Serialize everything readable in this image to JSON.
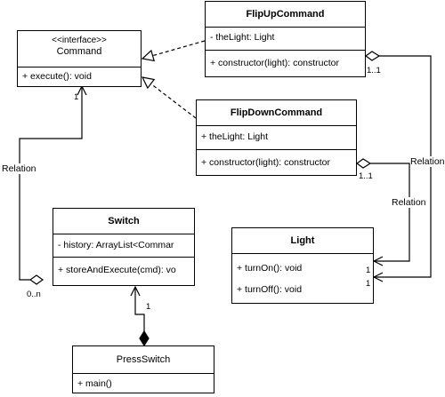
{
  "classes": {
    "command": {
      "stereotype": "<<interface>>",
      "name": "Command",
      "methods": [
        "+ execute(): void"
      ]
    },
    "flip_up_command": {
      "name": "FlipUpCommand",
      "attributes": [
        "- theLight: Light"
      ],
      "methods": [
        "+ constructor(light): constructor"
      ]
    },
    "flip_down_command": {
      "name": "FlipDownCommand",
      "attributes": [
        "+ theLight: Light"
      ],
      "methods": [
        "+ constructor(light): constructor"
      ]
    },
    "switch": {
      "name": "Switch",
      "attributes": [
        "- history: ArrayList<Commar"
      ],
      "methods": [
        "+ storeAndExecute(cmd): vo"
      ]
    },
    "light": {
      "name": "Light",
      "methods": [
        "+ turnOn(): void",
        "+ turnOff(): void"
      ]
    },
    "press_switch": {
      "name": "PressSwitch",
      "methods": [
        "+ main()"
      ]
    }
  },
  "labels": {
    "relation_left": "Relation",
    "relation_right_top": "Relation",
    "relation_right_mid": "Relation",
    "mult_command_1": "1",
    "mult_switch_0n": "0..n",
    "mult_flipup_11": "1..1",
    "mult_flipdown_11": "1..1",
    "mult_light_1a": "1",
    "mult_light_1b": "1",
    "mult_switch_1": "1"
  }
}
